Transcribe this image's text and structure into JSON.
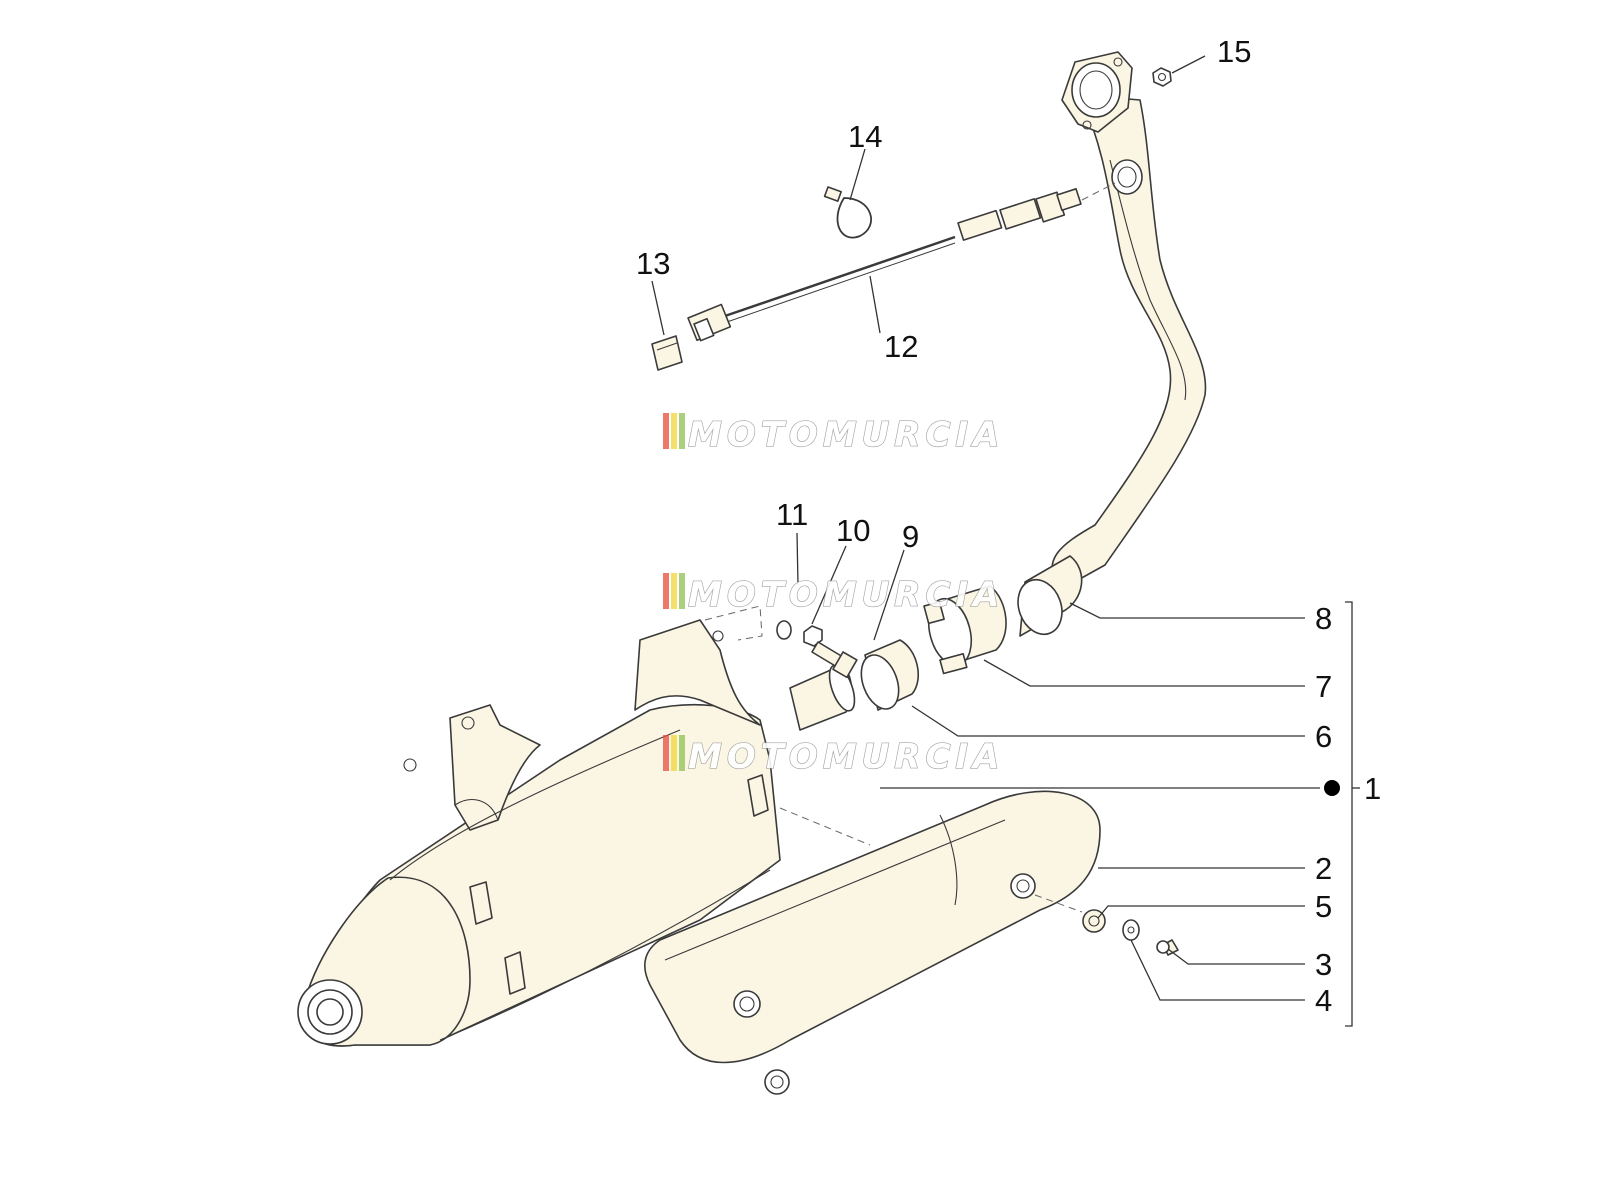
{
  "callouts": {
    "c1": "1",
    "c2": "2",
    "c3": "3",
    "c4": "4",
    "c5": "5",
    "c6": "6",
    "c7": "7",
    "c8": "8",
    "c9": "9",
    "c10": "10",
    "c11": "11",
    "c12": "12",
    "c13": "13",
    "c14": "14",
    "c15": "15"
  },
  "watermark": {
    "text": "MOTOMURCIA",
    "stripe_colors": [
      "#e74c3c",
      "#f2d43a",
      "#8cc152"
    ]
  },
  "colors": {
    "part_fill": "#fbf6e3",
    "line": "#3a3a3a",
    "bullet": "#000000"
  }
}
